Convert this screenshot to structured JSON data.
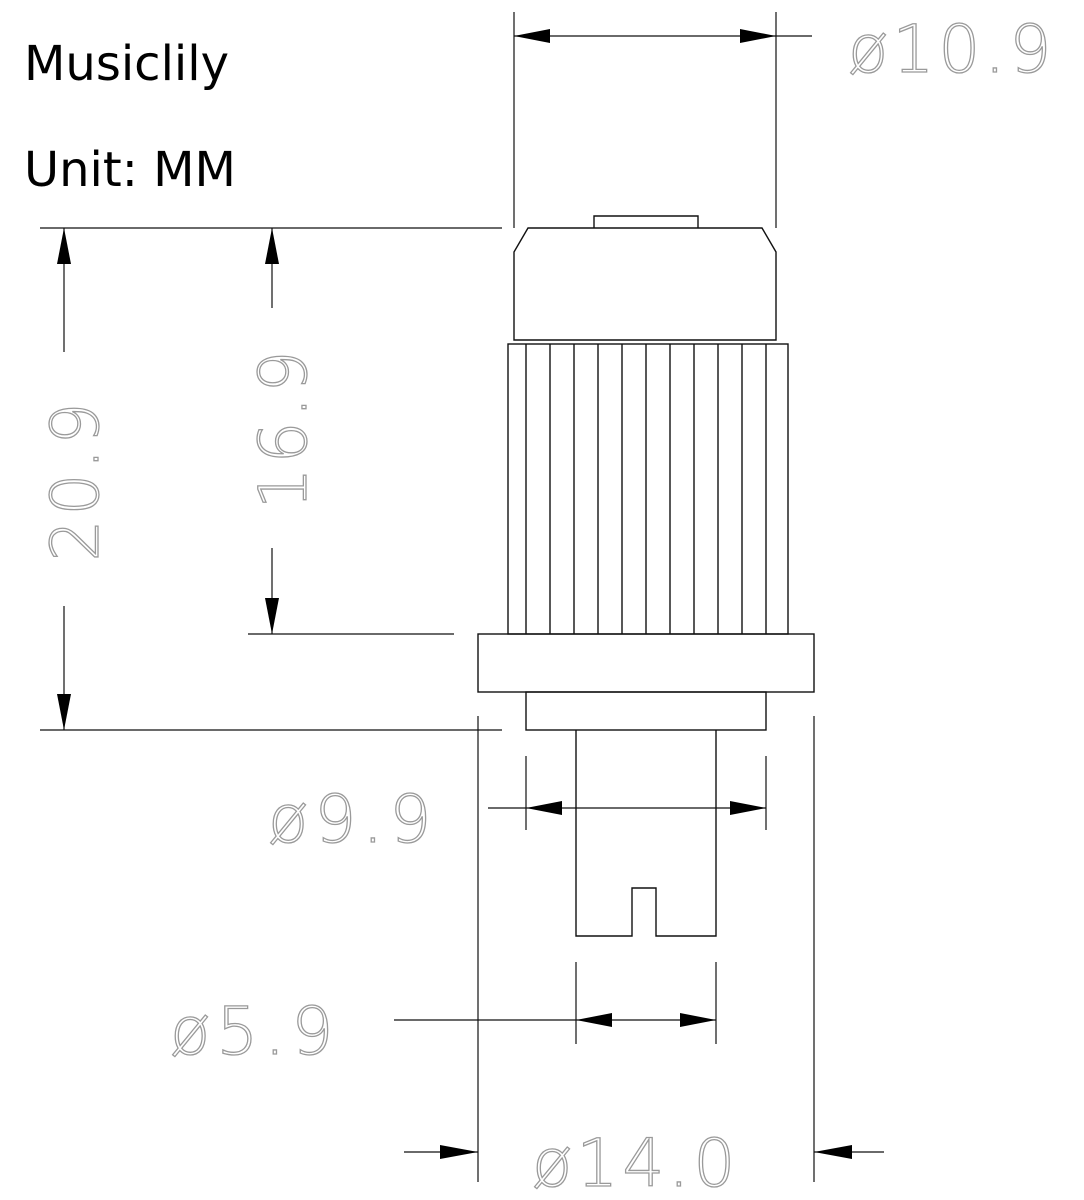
{
  "header": {
    "brand": "Musiclily",
    "unit": "Unit: MM"
  },
  "dimensions": {
    "cap_diameter": "ø10.9",
    "total_height": "20.9",
    "body_height": "16.9",
    "flange_diameter": "ø9.9",
    "shaft_diameter": "ø5.9",
    "base_diameter": "ø14.0"
  },
  "colors": {
    "outline": "#111111",
    "dimension_text": "#9a9a9a",
    "background": "#ffffff"
  }
}
